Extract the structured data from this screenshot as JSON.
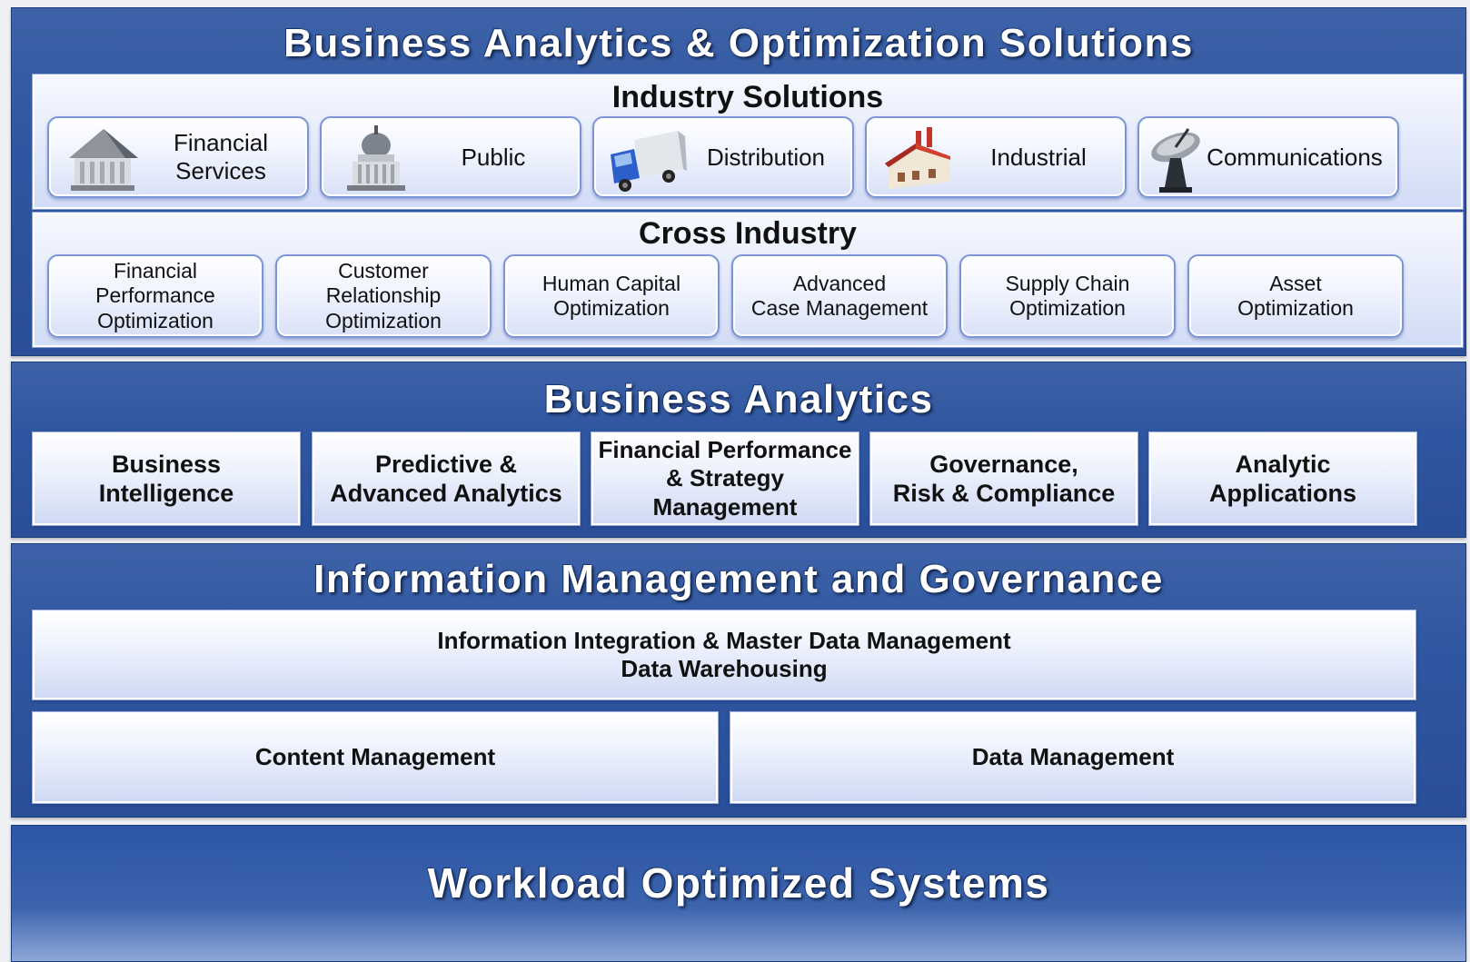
{
  "solutions": {
    "title": "Business Analytics & Optimization Solutions",
    "industry": {
      "title": "Industry Solutions",
      "items": [
        {
          "label": "Financial\nServices",
          "icon": "bank-icon"
        },
        {
          "label": "Public",
          "icon": "government-building-icon"
        },
        {
          "label": "Distribution",
          "icon": "delivery-truck-icon"
        },
        {
          "label": "Industrial",
          "icon": "factory-icon"
        },
        {
          "label": "Communications",
          "icon": "satellite-dish-icon"
        }
      ]
    },
    "cross": {
      "title": "Cross Industry",
      "items": [
        "Financial\nPerformance\nOptimization",
        "Customer\nRelationship\nOptimization",
        "Human Capital\nOptimization",
        "Advanced\nCase Management",
        "Supply Chain\nOptimization",
        "Asset\nOptimization"
      ]
    }
  },
  "analytics": {
    "title": "Business Analytics",
    "items": [
      "Business\nIntelligence",
      "Predictive &\nAdvanced Analytics",
      "Financial Performance\n& Strategy Management",
      "Governance,\nRisk & Compliance",
      "Analytic\nApplications"
    ]
  },
  "info": {
    "title": "Information Management and Governance",
    "integration": "Information Integration & Master Data Management\nData Warehousing",
    "content": "Content Management",
    "data": "Data Management"
  },
  "workload": {
    "title": "Workload Optimized Systems"
  },
  "colors": {
    "band": "#2f56a0",
    "tile_border": "#7b95d8"
  }
}
